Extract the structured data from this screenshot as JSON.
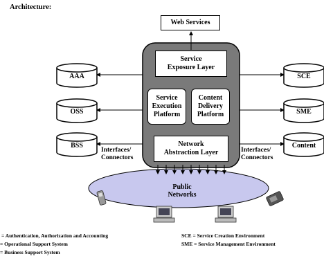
{
  "heading": "Architecture:",
  "web_services": "Web Services",
  "platform": {
    "exposure": [
      "Service",
      "Exposure Layer"
    ],
    "execution": [
      "Service",
      "Execution",
      "Platform"
    ],
    "delivery": [
      "Content",
      "Delivery",
      "Platform"
    ],
    "abstraction": [
      "Network",
      "Abstraction Layer"
    ]
  },
  "left_systems": [
    "AAA",
    "OSS",
    "BSS"
  ],
  "right_systems": [
    "SCE",
    "SME",
    "Content"
  ],
  "connectors_left": [
    "Interfaces/",
    "Connectors"
  ],
  "connectors_right": [
    "Interfaces/",
    "Connectors"
  ],
  "public_networks": "Public Networks",
  "legend": {
    "aaa": "= Authentication, Authorization and Accounting",
    "oss": "= Operational Support System",
    "bss": "= Business Support System",
    "sce": "SCE = Service Creation Environment",
    "sme": "SME = Service Management Environment"
  },
  "colors": {
    "platform_fill": "#7a7a7a",
    "cloud_fill": "#c8c8ee"
  },
  "icons": [
    "phone-icon",
    "computer-icon",
    "computer-icon",
    "pda-icon"
  ]
}
